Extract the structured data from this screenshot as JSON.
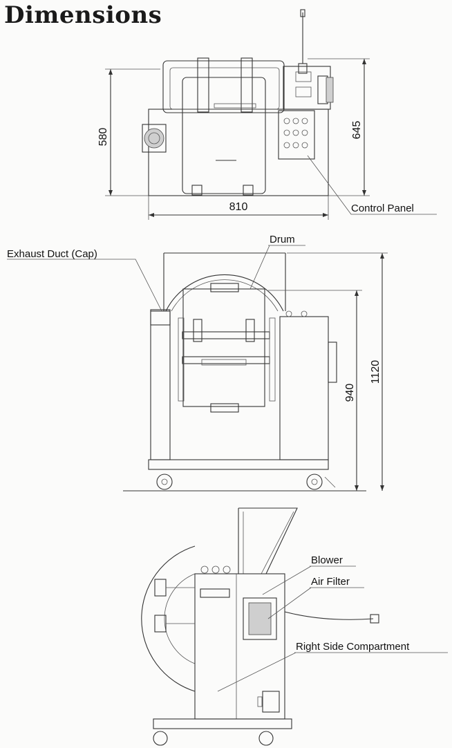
{
  "title": "Dimensions",
  "top_view": {
    "dim_width": "810",
    "dim_depth": "580",
    "dim_depth_total": "645",
    "callout_control_panel": "Control Panel"
  },
  "front_view": {
    "callout_exhaust": "Exhaust Duct (Cap)",
    "callout_drum": "Drum",
    "dim_height_940": "940",
    "dim_height_1120": "1120"
  },
  "side_view": {
    "callout_blower": "Blower",
    "callout_air_filter": "Air Filter",
    "callout_right_compartment": "Right Side Compartment"
  }
}
